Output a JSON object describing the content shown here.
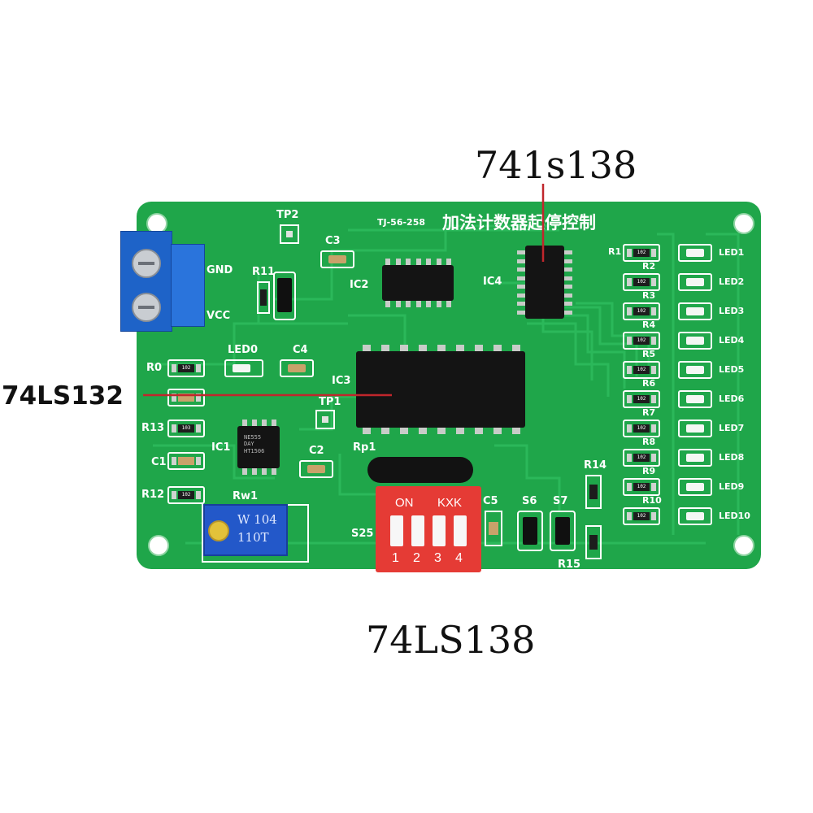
{
  "annotations": {
    "top_label": "741s138",
    "left_label": "74LS132",
    "bottom_caption": "74LS138",
    "line_color": "#c0262c"
  },
  "board": {
    "color": "#1fa64a",
    "title_cn": "加法计数器起停控制",
    "board_id": "TJ-56-258",
    "terminal_labels": [
      "GND",
      "VCC"
    ],
    "test_points": [
      "TP2",
      "TP1"
    ],
    "ics": [
      "IC1",
      "IC2",
      "IC3",
      "IC4"
    ],
    "ic1_marking": [
      "NE555",
      "DAY",
      "HT1506"
    ],
    "capacitors": [
      "C1",
      "C2",
      "C3",
      "C4",
      "C5"
    ],
    "left_resistors": [
      "R0",
      "R13",
      "R12",
      "R11"
    ],
    "potentiometer": {
      "label": "Rw1",
      "marking_top": "W 104",
      "marking_bottom": "110T"
    },
    "resistor_network": "Rp1",
    "dip_switch": {
      "label": "S25",
      "top_left": "ON",
      "top_right": "KXK",
      "positions": [
        "1",
        "2",
        "3",
        "4"
      ]
    },
    "jumpers": [
      "S6",
      "S7"
    ],
    "misc_resistors": [
      "R14",
      "R15"
    ],
    "right_resistors": [
      "R1",
      "R2",
      "R3",
      "R4",
      "R5",
      "R6",
      "R7",
      "R8",
      "R9",
      "R10"
    ],
    "leds": [
      "LED0",
      "LED1",
      "LED2",
      "LED3",
      "LED4",
      "LED5",
      "LED6",
      "LED7",
      "LED8",
      "LED9",
      "LED10"
    ],
    "resistor_code": "102",
    "resistor_code_small": "103"
  }
}
